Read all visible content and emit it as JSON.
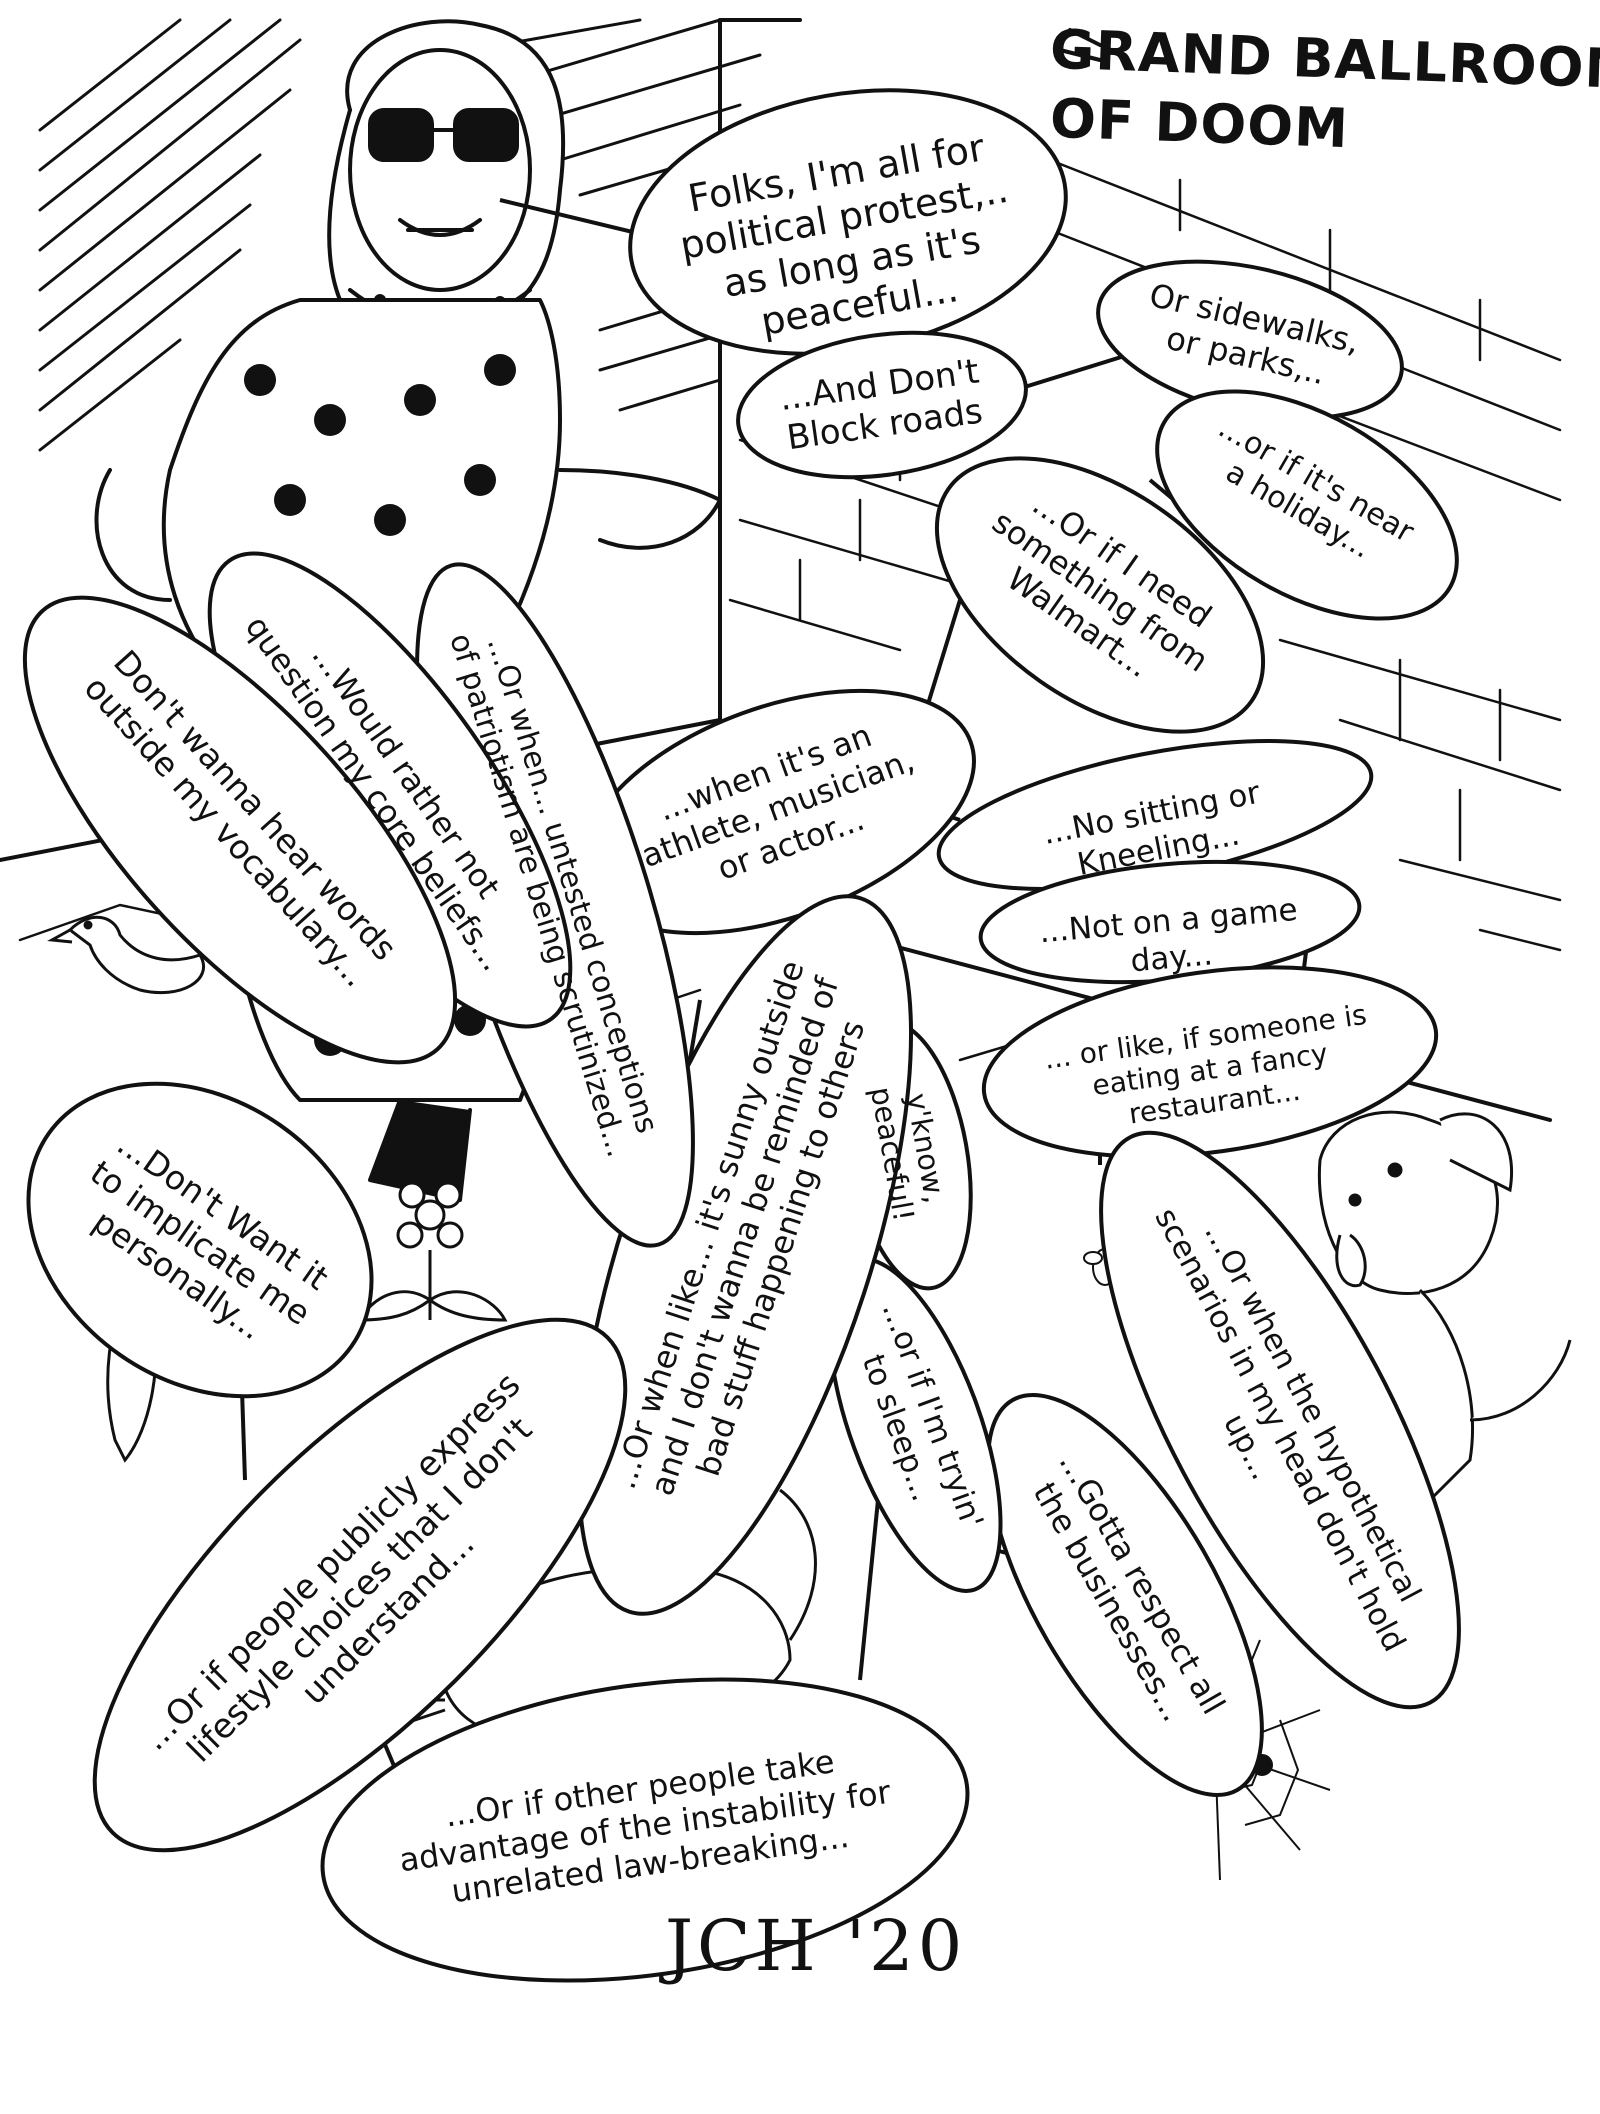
{
  "comic": {
    "title": {
      "line1": "GRAND BALLROOM",
      "line2": "OF DOOM"
    },
    "signature": "JCH '20",
    "bubbles": [
      {
        "id": "peaceful",
        "text": "Folks, I'm all for political protest,.. as long as it's peaceful..."
      },
      {
        "id": "roads",
        "text": "...And Don't Block roads"
      },
      {
        "id": "sidewalks",
        "text": "Or sidewalks, or parks,.."
      },
      {
        "id": "holiday",
        "text": "...or if it's near a holiday..."
      },
      {
        "id": "walmart",
        "text": "...Or if I need something from Walmart..."
      },
      {
        "id": "athlete",
        "text": "...when it's an athlete, musician, or actor..."
      },
      {
        "id": "kneeling",
        "text": "...No sitting or Kneeling..."
      },
      {
        "id": "gameday",
        "text": "...Not on a game day..."
      },
      {
        "id": "restaurant",
        "text": "... or like, if someone is eating at a fancy restaurant..."
      },
      {
        "id": "hypothetical",
        "text": "...Or when the hypothetical scenarios in my head don't hold up..."
      },
      {
        "id": "businesses",
        "text": "...Gotta respect all the businesses..."
      },
      {
        "id": "sleep",
        "text": "...or if I'm tryin' to sleep..."
      },
      {
        "id": "yknow",
        "text": "y'know, peaceful!"
      },
      {
        "id": "sunny",
        "text": "...Or when like... it's sunny outside and I don't wanna be reminded of bad stuff happening to others"
      },
      {
        "id": "untested",
        "text": "...Or when... untested conceptions of patriotism are being scrutinized..."
      },
      {
        "id": "corebeliefs",
        "text": "...Would rather not question my core beliefs..."
      },
      {
        "id": "vocabulary",
        "text": "Don't wanna hear words outside my vocabulary..."
      },
      {
        "id": "implicate",
        "text": "...Don't Want it to implicate me personally..."
      },
      {
        "id": "lifestyle",
        "text": "...Or if people publicly express lifestyle choices that I don't understand..."
      },
      {
        "id": "instability",
        "text": "...Or if other people take advantage of the instability for unrelated law-breaking..."
      }
    ]
  }
}
